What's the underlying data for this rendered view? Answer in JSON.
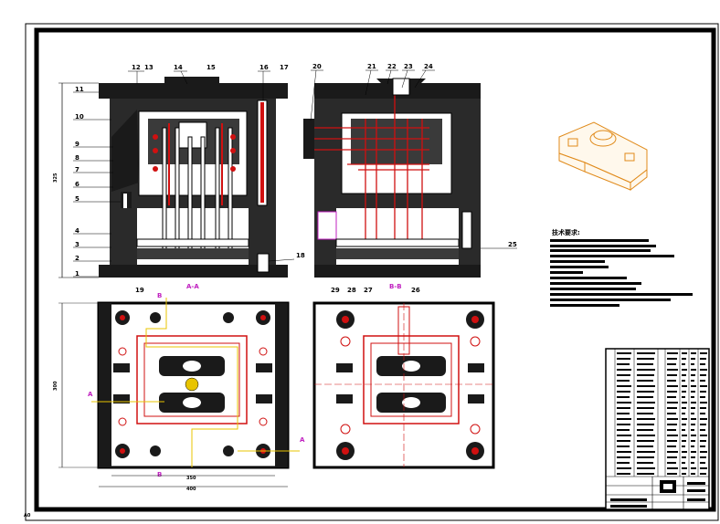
{
  "sheet": {
    "corner_mark": "A0",
    "frame_color": "#000000",
    "accent_red": "#d01010",
    "accent_magenta": "#c020c0",
    "accent_yellow": "#e8c400",
    "iso_orange": "#e08a1a"
  },
  "views": {
    "left_section": {
      "part_numbers_top": [
        "12",
        "13",
        "14",
        "15",
        "16",
        "17"
      ],
      "part_numbers_left": [
        "11",
        "10",
        "9",
        "8",
        "7",
        "6",
        "5",
        "4",
        "3",
        "2",
        "1"
      ],
      "part_numbers_bottom": [
        "19"
      ],
      "part_number_right": "18",
      "height_dim": "325"
    },
    "right_section": {
      "part_numbers_top": [
        "20",
        "21",
        "22",
        "23",
        "24"
      ],
      "part_numbers_bottom": [
        "29",
        "28",
        "27",
        "26"
      ],
      "part_number_right": "25",
      "section_label_a": "A-A",
      "section_label_b": "B-B"
    },
    "plan_left": {
      "width_inner": "350",
      "width_outer": "400",
      "height_dim": "300",
      "cut_label_a": "A",
      "cut_label_b": "B"
    }
  },
  "technical_requirements": {
    "title": "技术要求:"
  }
}
